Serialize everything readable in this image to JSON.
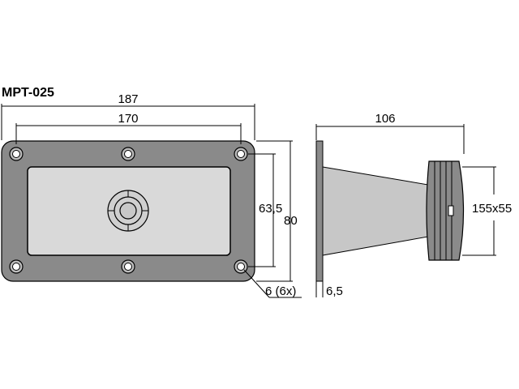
{
  "model": "MPT-025",
  "dimensions": {
    "overall_width": "187",
    "hole_spacing_width": "170",
    "hole_spacing_height": "63,5",
    "overall_height": "80",
    "hole_diameter": "6 (6x)",
    "depth": "106",
    "flange_thickness": "6,5",
    "horn_size": "155x55"
  },
  "colors": {
    "plate": "#8a8a8a",
    "panel": "#d9d9d9",
    "horn": "#c7c7c7",
    "driver": "#8a8a8a",
    "line": "#000000"
  }
}
